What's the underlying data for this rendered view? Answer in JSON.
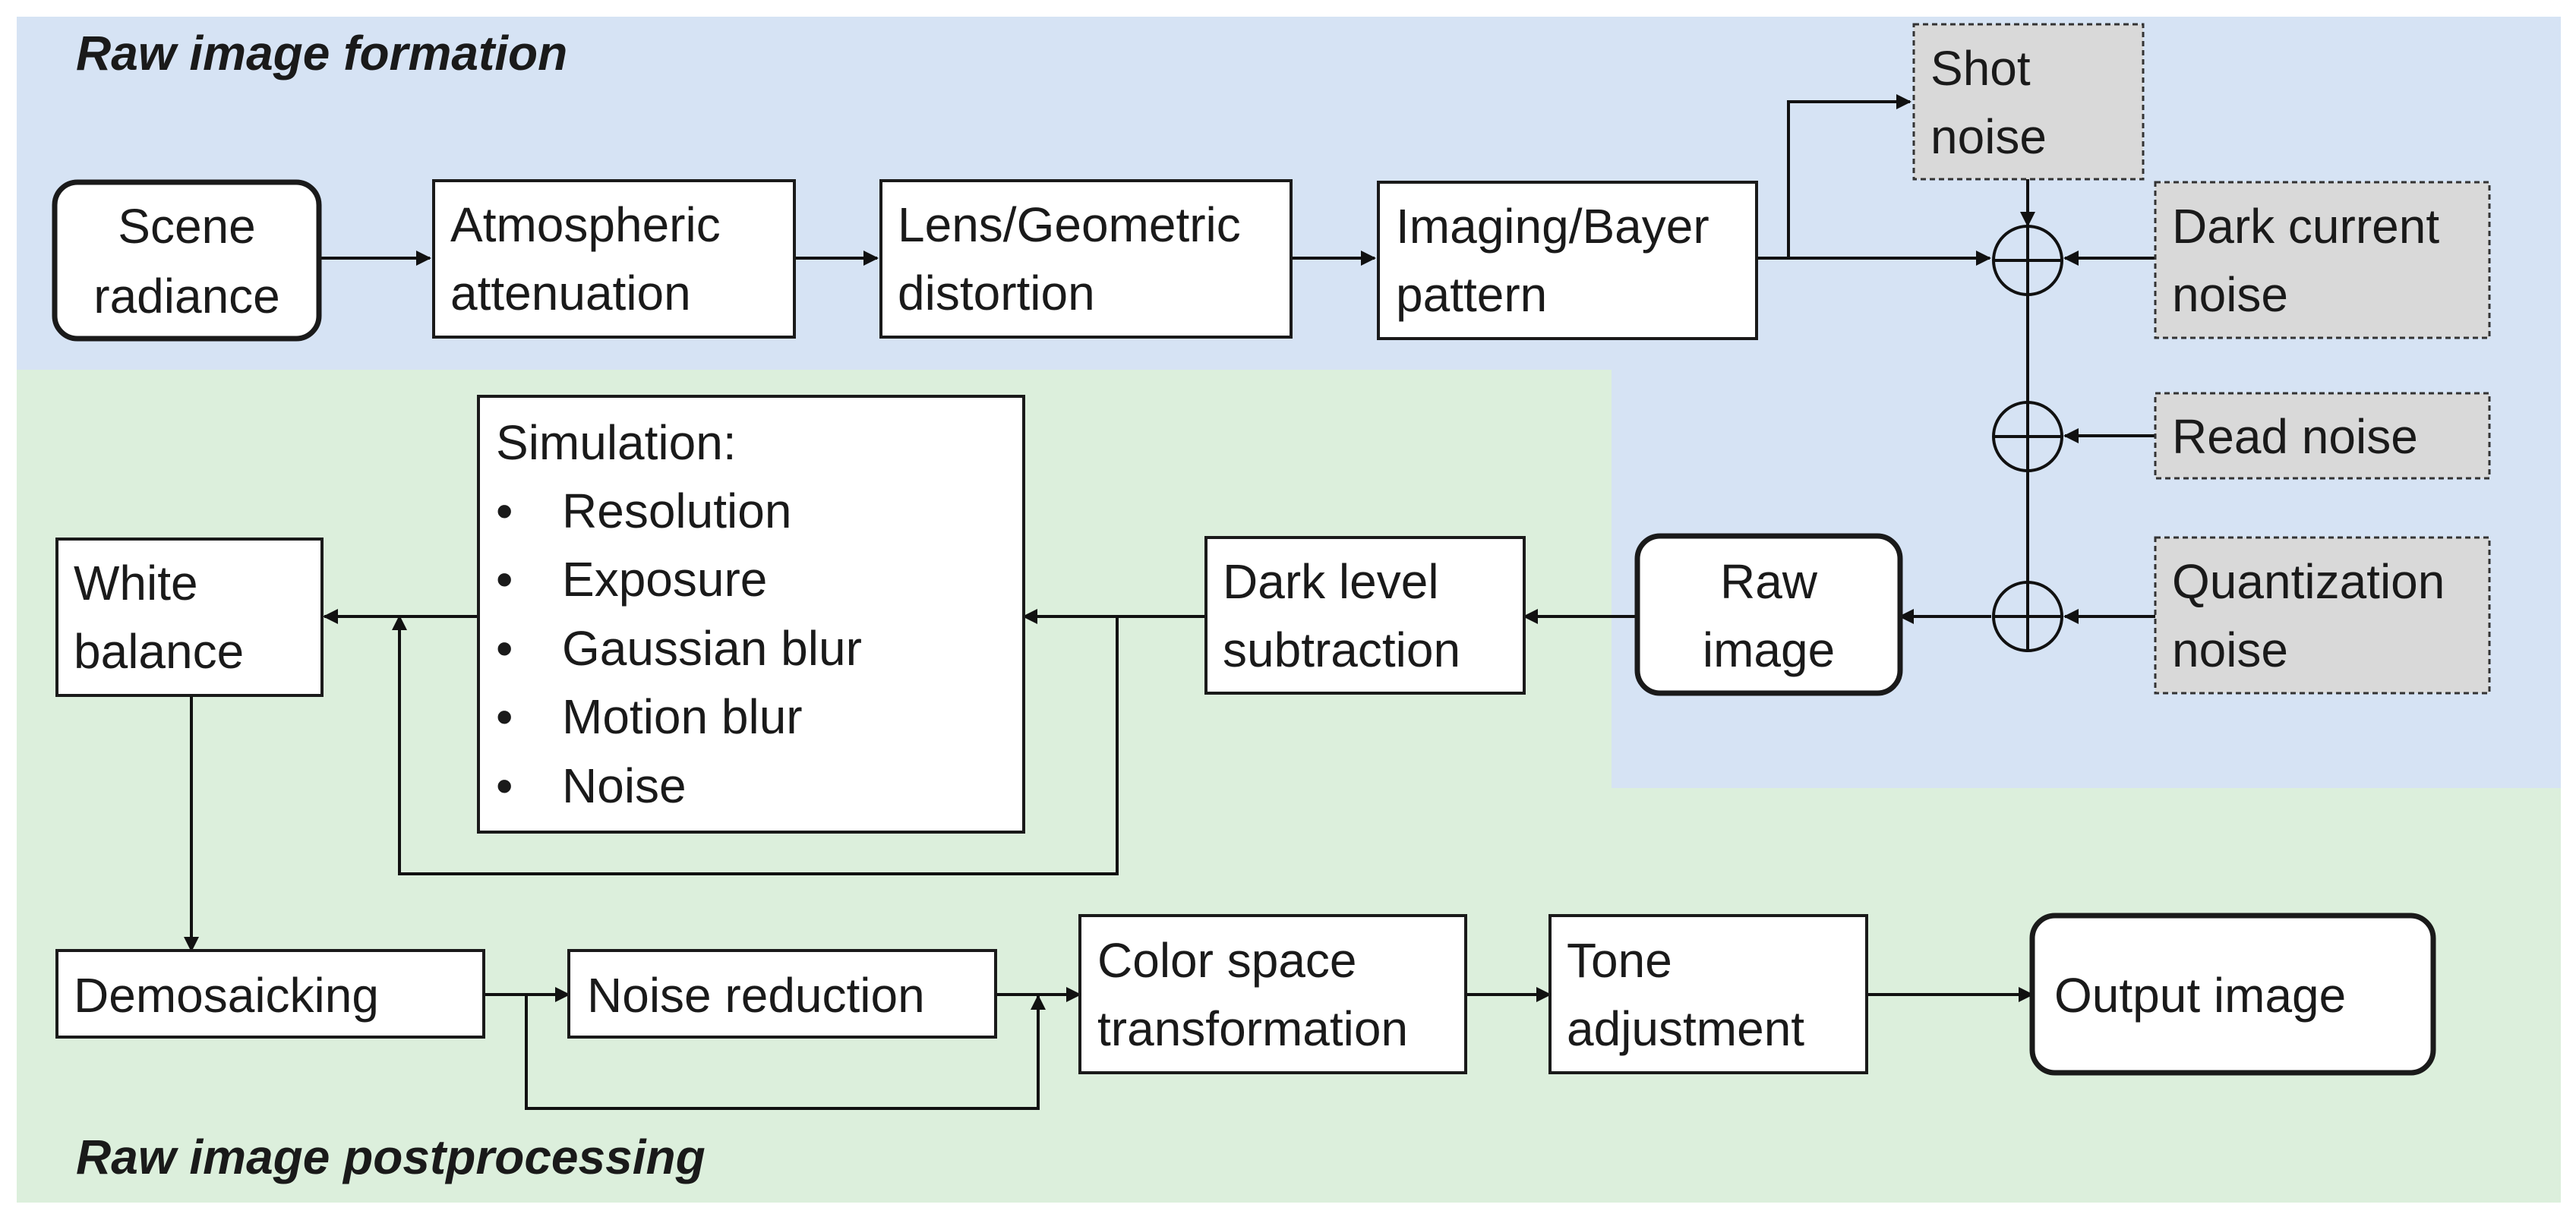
{
  "colors": {
    "formation_bg": "#d6e3f4",
    "postprocessing_bg": "#dcefdc",
    "noise_box_fill": "#d9d9d9",
    "box_fill": "#ffffff",
    "line": "#111111"
  },
  "regions": {
    "formation_title": "Raw image formation",
    "postprocessing_title": "Raw image postprocessing"
  },
  "nodes": {
    "scene_radiance": [
      "Scene",
      "radiance"
    ],
    "atmospheric_attenuation": [
      "Atmospheric",
      "attenuation"
    ],
    "lens_geometric_distortion": [
      "Lens/Geometric",
      "distortion"
    ],
    "imaging_bayer_pattern": [
      "Imaging/Bayer",
      "pattern"
    ],
    "shot_noise": [
      "Shot",
      "noise"
    ],
    "dark_current_noise": [
      "Dark current",
      "noise"
    ],
    "read_noise": [
      "Read noise"
    ],
    "quantization_noise": [
      "Quantization",
      "noise"
    ],
    "raw_image": [
      "Raw",
      "image"
    ],
    "dark_level_subtraction": [
      "Dark level",
      "subtraction"
    ],
    "simulation": {
      "heading": "Simulation:",
      "bullet": "•",
      "items": [
        "Resolution",
        "Exposure",
        "Gaussian blur",
        "Motion blur",
        "Noise"
      ]
    },
    "white_balance": [
      "White",
      "balance"
    ],
    "demosaicking": [
      "Demosaicking"
    ],
    "noise_reduction": [
      "Noise reduction"
    ],
    "color_space_transformation": [
      "Color space",
      "transformation"
    ],
    "tone_adjustment": [
      "Tone",
      "adjustment"
    ],
    "output_image": [
      "Output image"
    ]
  },
  "edges": [
    [
      "scene_radiance",
      "atmospheric_attenuation"
    ],
    [
      "atmospheric_attenuation",
      "lens_geometric_distortion"
    ],
    [
      "lens_geometric_distortion",
      "imaging_bayer_pattern"
    ],
    [
      "imaging_bayer_pattern",
      "shot_noise"
    ],
    [
      "imaging_bayer_pattern",
      "sum_1"
    ],
    [
      "shot_noise",
      "sum_1"
    ],
    [
      "dark_current_noise",
      "sum_1"
    ],
    [
      "sum_1",
      "sum_2"
    ],
    [
      "read_noise",
      "sum_2"
    ],
    [
      "sum_2",
      "sum_3"
    ],
    [
      "quantization_noise",
      "sum_3"
    ],
    [
      "sum_3",
      "raw_image"
    ],
    [
      "raw_image",
      "dark_level_subtraction"
    ],
    [
      "dark_level_subtraction",
      "simulation"
    ],
    [
      "dark_level_subtraction",
      "white_balance"
    ],
    [
      "simulation",
      "white_balance"
    ],
    [
      "white_balance",
      "demosaicking"
    ],
    [
      "demosaicking",
      "noise_reduction"
    ],
    [
      "demosaicking",
      "color_space_transformation"
    ],
    [
      "noise_reduction",
      "color_space_transformation"
    ],
    [
      "color_space_transformation",
      "tone_adjustment"
    ],
    [
      "tone_adjustment",
      "output_image"
    ]
  ]
}
